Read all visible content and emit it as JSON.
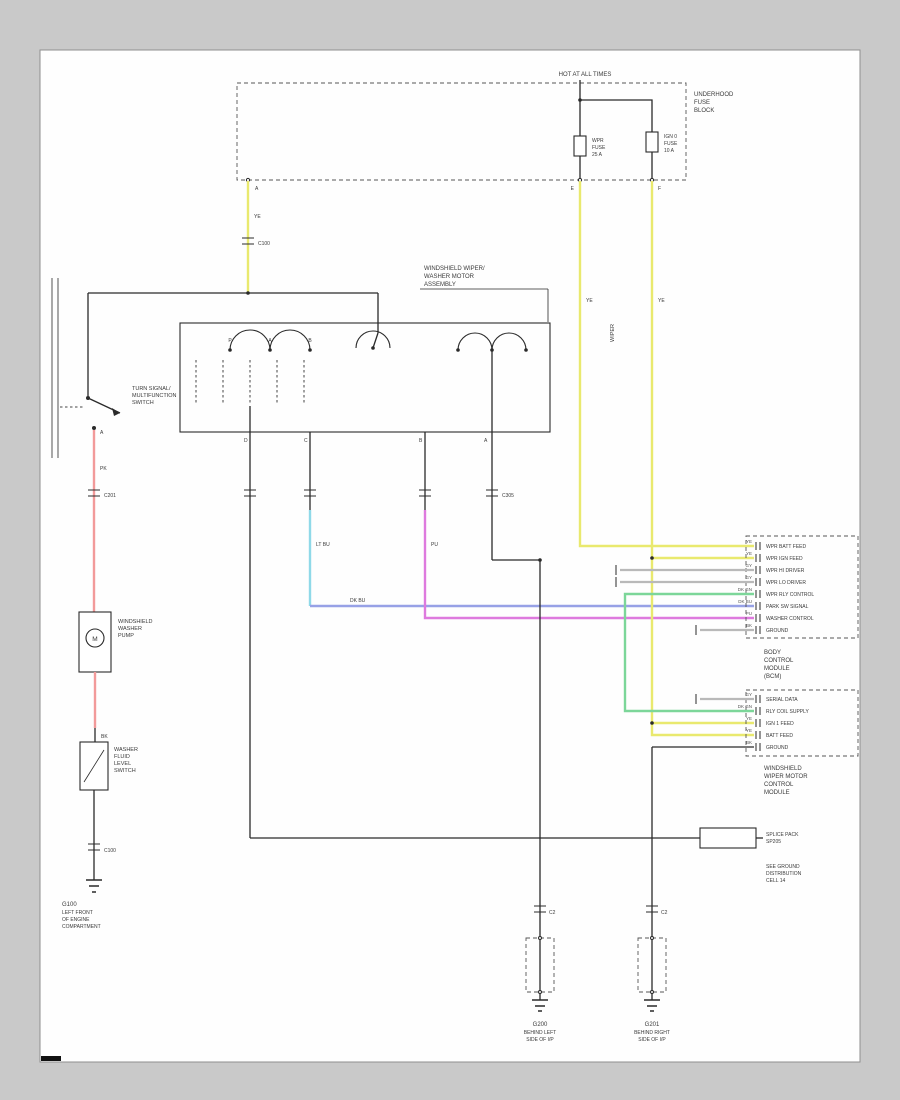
{
  "colors": {
    "page_bg": "#c9c9c9",
    "sheet": "#fefefe",
    "line": "#2a2a2a",
    "yellow": "#e9e96e",
    "pink": "#f29a9a",
    "cyan": "#8fd9e8",
    "magenta": "#de7ade",
    "blue": "#97a1e6",
    "green": "#7cd699",
    "gray_wire": "#b9b9b9"
  },
  "fuse_block": {
    "hot_label": "HOT AT ALL TIMES",
    "name_lines": [
      "UNDERHOOD",
      "FUSE",
      "BLOCK"
    ],
    "fuse1_lines": [
      "WPR",
      "FUSE",
      "25 A"
    ],
    "fuse2_lines": [
      "IGN 0",
      "FUSE",
      "10 A"
    ],
    "pin_a": "A",
    "pin_e": "E",
    "pin_f": "F"
  },
  "wire_labels": {
    "ye1": "YE",
    "ye2": "YE",
    "ye3": "YE",
    "pk": "PK",
    "bk": "BK",
    "ltbu": "LT BU",
    "pu": "PU",
    "dkbu": "DK BU",
    "wiper_run": "WIPER"
  },
  "connectors": {
    "c100_top": "C100",
    "c201": "C201",
    "c305": "C305",
    "c100_low": "C100",
    "c2_left": "C2",
    "c2_right": "C2"
  },
  "column_switch": {
    "name_lines": [
      "TURN SIGNAL/",
      "MULTIFUNCTION",
      "SWITCH"
    ],
    "pin": "A"
  },
  "washer_pump": {
    "name_lines": [
      "WINDSHIELD",
      "WASHER",
      "PUMP"
    ],
    "motor_letter": "M"
  },
  "level_switch": {
    "name_lines": [
      "WASHER",
      "FLUID",
      "LEVEL",
      "SWITCH"
    ]
  },
  "g100": {
    "name": "G100",
    "loc_lines": [
      "LEFT FRONT",
      "OF ENGINE",
      "COMPARTMENT"
    ]
  },
  "wiper_motor": {
    "name_lines": [
      "WINDSHIELD WIPER/",
      "WASHER MOTOR",
      "ASSEMBLY"
    ],
    "top_pins": [
      "P",
      "A",
      "B"
    ],
    "bottom_pins": [
      "D",
      "C",
      "B",
      "A"
    ]
  },
  "bcm": {
    "rows": [
      {
        "wire": "YE",
        "label": "WPR BATT FEED"
      },
      {
        "wire": "YE",
        "label": "WPR IGN FEED"
      },
      {
        "wire": "GY",
        "label": "WPR HI DRIVER"
      },
      {
        "wire": "GY",
        "label": "WPR LO DRIVER"
      },
      {
        "wire": "DK GN",
        "label": "WPR RLY CONTROL"
      },
      {
        "wire": "DK BU",
        "label": "PARK SW SIGNAL"
      },
      {
        "wire": "PU",
        "label": "WASHER CONTROL"
      },
      {
        "wire": "BK",
        "label": "GROUND"
      }
    ],
    "name_lines": [
      "BODY",
      "CONTROL",
      "MODULE",
      "(BCM)"
    ]
  },
  "module2": {
    "rows": [
      {
        "wire": "GY",
        "label": "SERIAL DATA"
      },
      {
        "wire": "DK GN",
        "label": "RLY COIL SUPPLY"
      },
      {
        "wire": "YE",
        "label": "IGN 1 FEED"
      },
      {
        "wire": "YE",
        "label": "BATT FEED"
      },
      {
        "wire": "BK",
        "label": "GROUND"
      }
    ],
    "name_lines": [
      "WINDSHIELD",
      "WIPER MOTOR",
      "CONTROL",
      "MODULE"
    ]
  },
  "splice_pack": {
    "name_lines": [
      "SPLICE PACK",
      "SP205"
    ],
    "note_lines": [
      "SEE GROUND",
      "DISTRIBUTION",
      "CELL 14"
    ]
  },
  "g200": {
    "name": "G200",
    "loc_lines": [
      "BEHIND LEFT",
      "SIDE OF I/P"
    ]
  },
  "g201": {
    "name": "G201",
    "loc_lines": [
      "BEHIND RIGHT",
      "SIDE OF I/P"
    ]
  }
}
